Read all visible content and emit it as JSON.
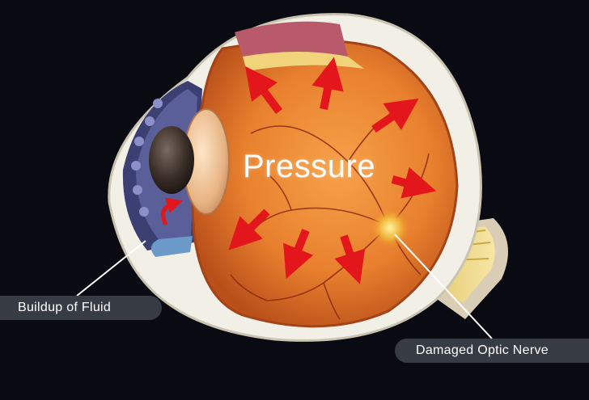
{
  "labels": {
    "pressure": "Pressure",
    "fluid": "Buildup of Fluid",
    "optic": "Damaged Optic Nerve"
  },
  "colors": {
    "background": "#0a0a12",
    "sclera": "#f2efe6",
    "retina": "#e07a2a",
    "arrows": "#e3161c",
    "callout": "#3c4048"
  }
}
